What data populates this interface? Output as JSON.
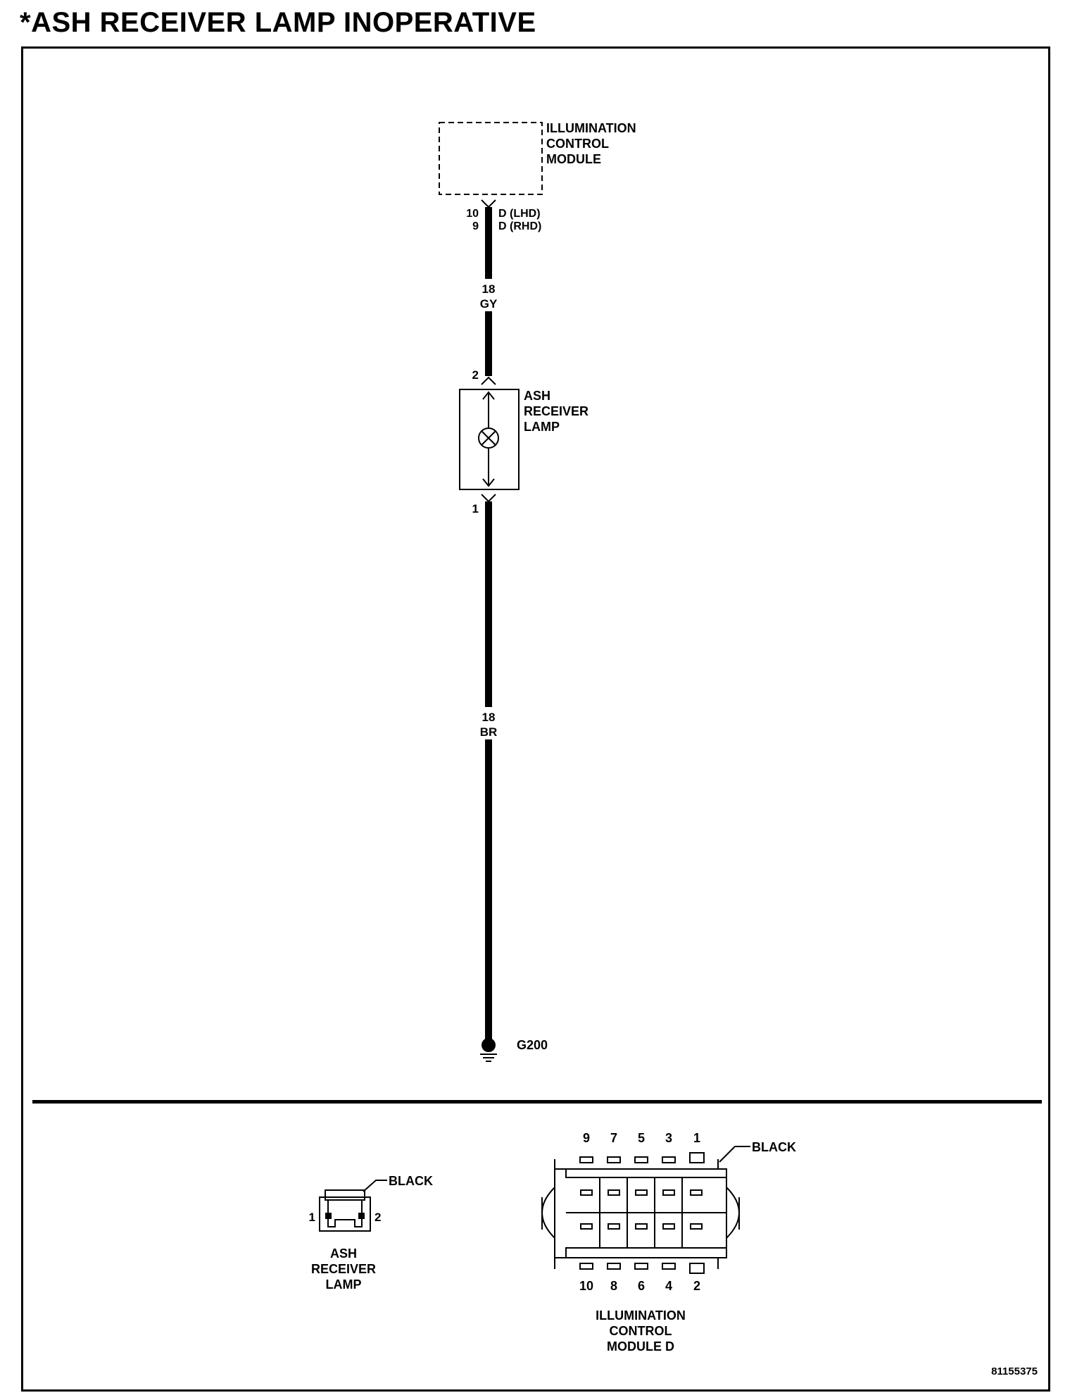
{
  "title": "*ASH RECEIVER LAMP INOPERATIVE",
  "schematic": {
    "module": {
      "label_lines": [
        "ILLUMINATION",
        "CONTROL",
        "MODULE"
      ]
    },
    "module_pins": [
      {
        "pin": "10",
        "label": "D (LHD)"
      },
      {
        "pin": "9",
        "label": "D (RHD)"
      }
    ],
    "wire_upper": {
      "gauge": "18",
      "color_code": "GY"
    },
    "lamp": {
      "label_lines": [
        "ASH",
        "RECEIVER",
        "LAMP"
      ],
      "pin_top": "2",
      "pin_bottom": "1"
    },
    "wire_lower": {
      "gauge": "18",
      "color_code": "BR"
    },
    "ground": {
      "label": "G200"
    }
  },
  "connector_views": {
    "ash_receiver_lamp": {
      "color": "BLACK",
      "pin_left": "1",
      "pin_right": "2",
      "label_lines": [
        "ASH",
        "RECEIVER",
        "LAMP"
      ]
    },
    "illumination_module": {
      "color": "BLACK",
      "top_pins": [
        "9",
        "7",
        "5",
        "3",
        "1"
      ],
      "bottom_pins": [
        "10",
        "8",
        "6",
        "4",
        "2"
      ],
      "label_lines": [
        "ILLUMINATION",
        "CONTROL",
        "MODULE D"
      ]
    }
  },
  "figure_id": "81155375"
}
